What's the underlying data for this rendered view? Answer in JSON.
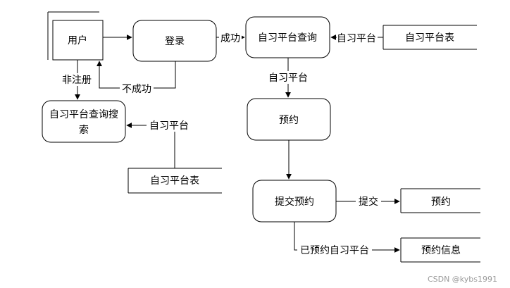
{
  "nodes": {
    "user": "用户",
    "login": "登录",
    "query": "自习平台查询",
    "search_line1": "自习平台查询搜",
    "search_line2": "索",
    "reserve": "预约",
    "submit": "提交预约",
    "store_platform_top": "自习平台表",
    "store_platform_left": "自习平台表",
    "store_reserve": "预约",
    "store_info": "预约信息"
  },
  "edges": {
    "non_register": "非注册",
    "fail": "不成功",
    "success": "成功",
    "platform_in": "自习平台",
    "platform_down": "自习平台",
    "platform_search": "自习平台",
    "submit_label": "提交",
    "reserved_platform": "已预约自习平台"
  },
  "watermark": "CSDN @kybs1991"
}
